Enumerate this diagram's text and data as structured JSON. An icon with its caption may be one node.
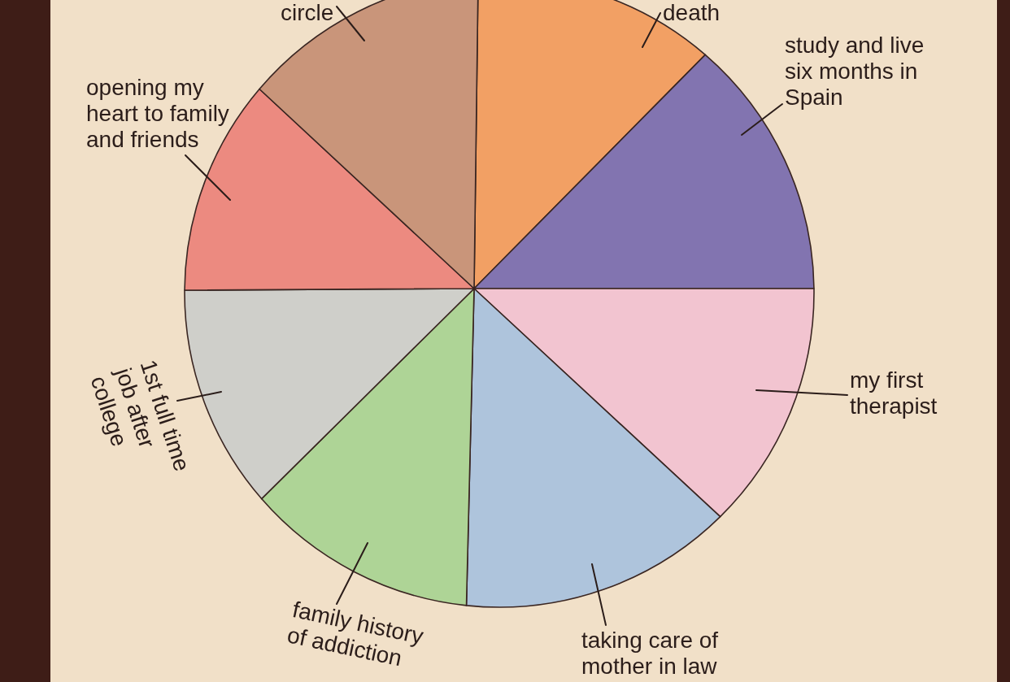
{
  "diagram": {
    "nodes": [
      {
        "text": [],
        "shape": "wedge"
      },
      {
        "text": [],
        "shape": "wedge"
      },
      {
        "text": [],
        "shape": "wedge"
      },
      {
        "text": [],
        "shape": "wedge"
      },
      {
        "text": [],
        "shape": "wedge"
      },
      {
        "text": [],
        "shape": "wedge"
      },
      {
        "text": [],
        "shape": "wedge"
      },
      {
        "text": [],
        "shape": "wedge"
      },
      {
        "text": [
          "circle"
        ]
      },
      {
        "text": [
          "death"
        ]
      },
      {
        "text": [
          "study and live six months in Spain"
        ]
      },
      {
        "text": [
          "opening my heart to family and friends"
        ]
      },
      {
        "text": [
          "my first therapist"
        ]
      },
      {
        "text": [
          "1st full time job after college"
        ]
      },
      {
        "text": [
          "family history of addiction"
        ]
      },
      {
        "text": [
          "taking care of mother in law"
        ]
      }
    ],
    "edges": [
      {
        "from": 8,
        "to": 7,
        "arrow": "none"
      },
      {
        "from": 9,
        "to": 0,
        "arrow": "none"
      },
      {
        "from": 10,
        "to": 1,
        "arrow": "none"
      },
      {
        "from": 11,
        "to": 6,
        "arrow": "none"
      },
      {
        "from": 12,
        "to": 2,
        "arrow": "none"
      },
      {
        "from": 13,
        "to": 5,
        "arrow": "none"
      },
      {
        "from": 14,
        "to": 4,
        "arrow": "none"
      },
      {
        "from": 15,
        "to": 3,
        "arrow": "none"
      }
    ]
  }
}
